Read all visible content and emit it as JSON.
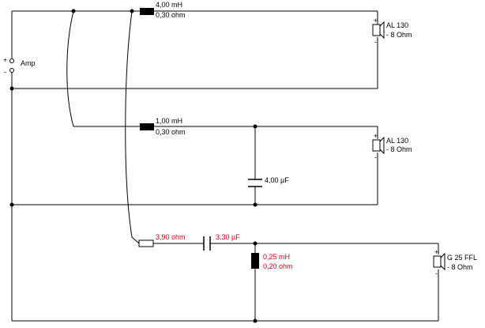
{
  "colors": {
    "wire": "#000000",
    "highlight": "#e8001c",
    "background": "#ffffff"
  },
  "amp": {
    "label": "Amp",
    "plus": "+",
    "minus": "-"
  },
  "branch1": {
    "inductor": {
      "inductance": "4,00 mH",
      "resistance": "0,30 ohm"
    },
    "speaker": {
      "model": "AL 130",
      "impedance": "- 8 Ohm",
      "plus": "+",
      "minus": "-"
    }
  },
  "branch2": {
    "inductor": {
      "inductance": "1,00 mH",
      "resistance": "0,30 ohm"
    },
    "capacitor": {
      "capacitance": "4,00 µF"
    },
    "speaker": {
      "model": "AL 130",
      "impedance": "- 8 Ohm",
      "plus": "+",
      "minus": "-"
    }
  },
  "branch3": {
    "resistor": {
      "resistance": "3,90 ohm"
    },
    "capacitor": {
      "capacitance": "3,30 µF"
    },
    "inductor": {
      "inductance": "0,25 mH",
      "resistance": "0,20 ohm"
    },
    "speaker": {
      "model": "G 25 FFL",
      "impedance": "- 8 Ohm",
      "plus": "+",
      "minus": "-"
    }
  }
}
